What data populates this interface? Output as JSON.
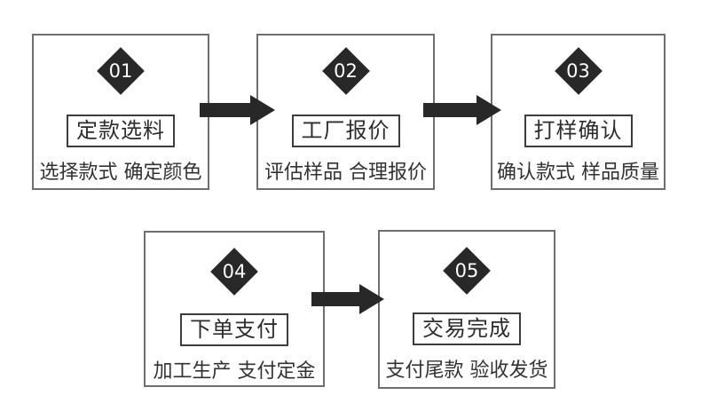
{
  "diagram": {
    "background_color": "#ffffff",
    "accent_color": "#282828",
    "card_border_color": "#6e6e6e",
    "title_border_color": "#3d3d3d",
    "text_color": "#2d2d2d"
  },
  "steps": [
    {
      "number": "01",
      "title": "定款选料",
      "description": "选择款式 确定颜色"
    },
    {
      "number": "02",
      "title": "工厂报价",
      "description": "评估样品 合理报价"
    },
    {
      "number": "03",
      "title": "打样确认",
      "description": "确认款式 样品质量"
    },
    {
      "number": "04",
      "title": "下单支付",
      "description": "加工生产 支付定金"
    },
    {
      "number": "05",
      "title": "交易完成",
      "description": "支付尾款 验收发货"
    }
  ],
  "arrows": [
    {
      "from": "01",
      "to": "02",
      "direction": "right"
    },
    {
      "from": "02",
      "to": "03",
      "direction": "right"
    },
    {
      "from": "04",
      "to": "05",
      "direction": "right"
    }
  ]
}
